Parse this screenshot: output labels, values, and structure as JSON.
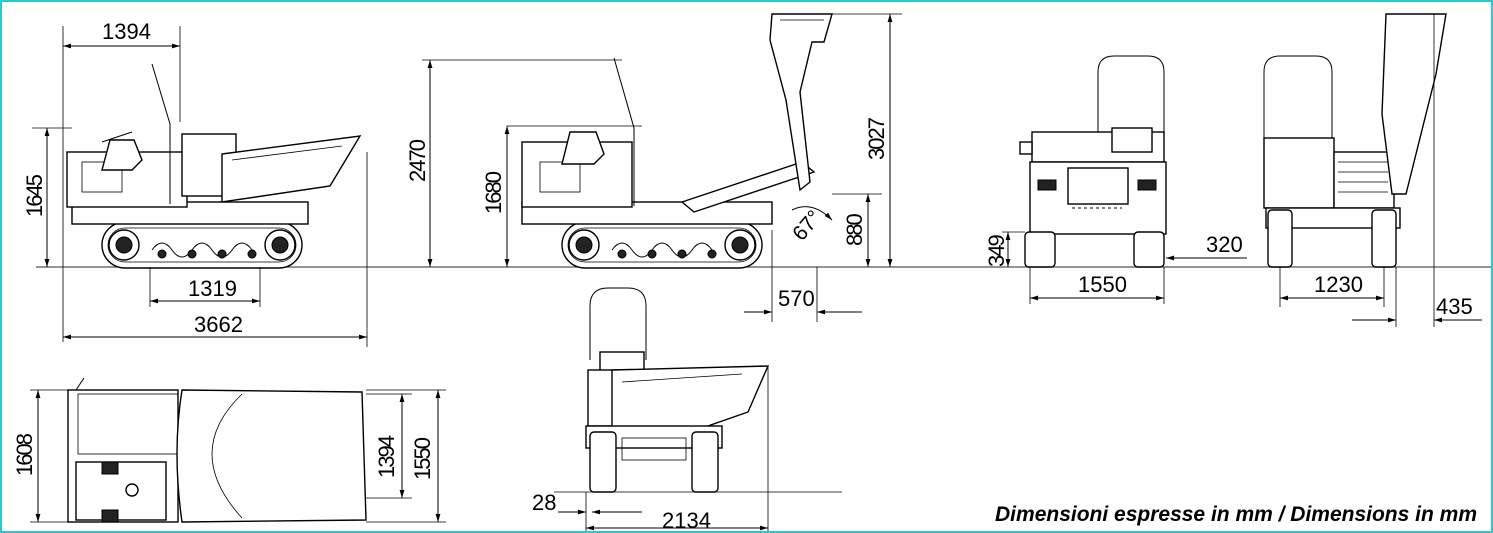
{
  "dimensions": {
    "side_top_length": "1394",
    "side_height": "1645",
    "track_length": "1319",
    "overall_length": "3662",
    "raised_rops_height": "2470",
    "raised_side_height": "1680",
    "tip_angle": "67°",
    "tip_height": "880",
    "tipped_height": "3027",
    "tip_overhang": "570",
    "front_ground_clearance": "349",
    "front_side_offset": "320",
    "front_width": "1550",
    "rear_width": "1230",
    "rear_offset": "435",
    "top_rops_width": "1608",
    "top_inner_width": "1394",
    "top_outer_width": "1550",
    "side_tip_offset": "28",
    "side_tip_reach": "2134"
  },
  "note": "Dimensioni espresse in mm / Dimensions in mm",
  "colors": {
    "border": "#2ec6d6",
    "line": "#000000"
  }
}
